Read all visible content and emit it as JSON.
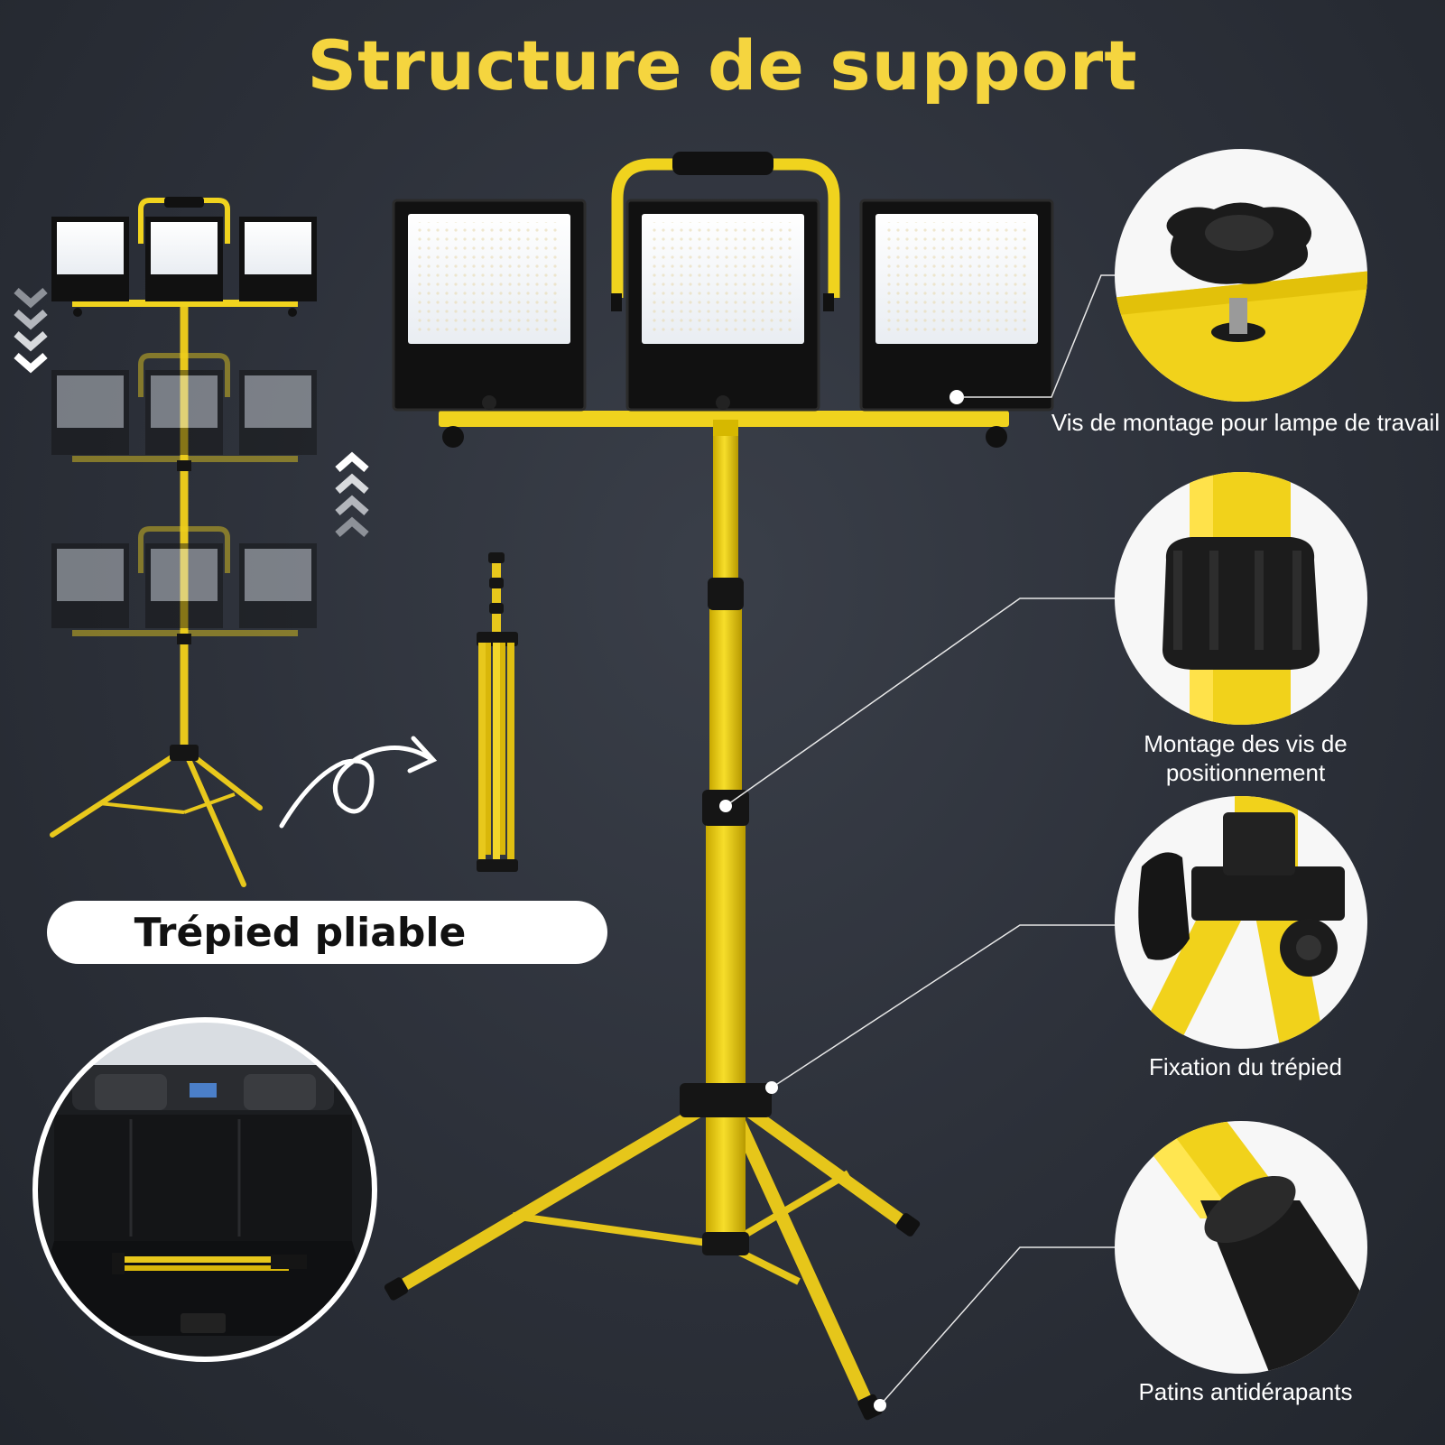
{
  "title": "Structure de support",
  "colors": {
    "accent": "#f5d53f",
    "pole": "#f2d41d",
    "background": "#2c3039",
    "label": "#ffffff"
  },
  "folding_badge": {
    "label": "Trépied pliable"
  },
  "callouts": [
    {
      "name": "mounting-screw",
      "label": "Vis de montage pour lampe de travail",
      "icon": "knob-screw-icon"
    },
    {
      "name": "positioning-screw",
      "label": "Montage des vis de positionnement",
      "icon": "lock-collar-icon"
    },
    {
      "name": "tripod-fixation",
      "label": "Fixation du trépied",
      "icon": "tripod-clamp-icon"
    },
    {
      "name": "anti-slip-pads",
      "label": "Patins antidérapants",
      "icon": "rubber-foot-icon"
    }
  ],
  "icons": {
    "height_down": "chevron-down-icon",
    "height_up": "chevron-up-icon",
    "fold_arrow": "curved-arrow-icon",
    "trunk": "car-trunk-icon"
  }
}
